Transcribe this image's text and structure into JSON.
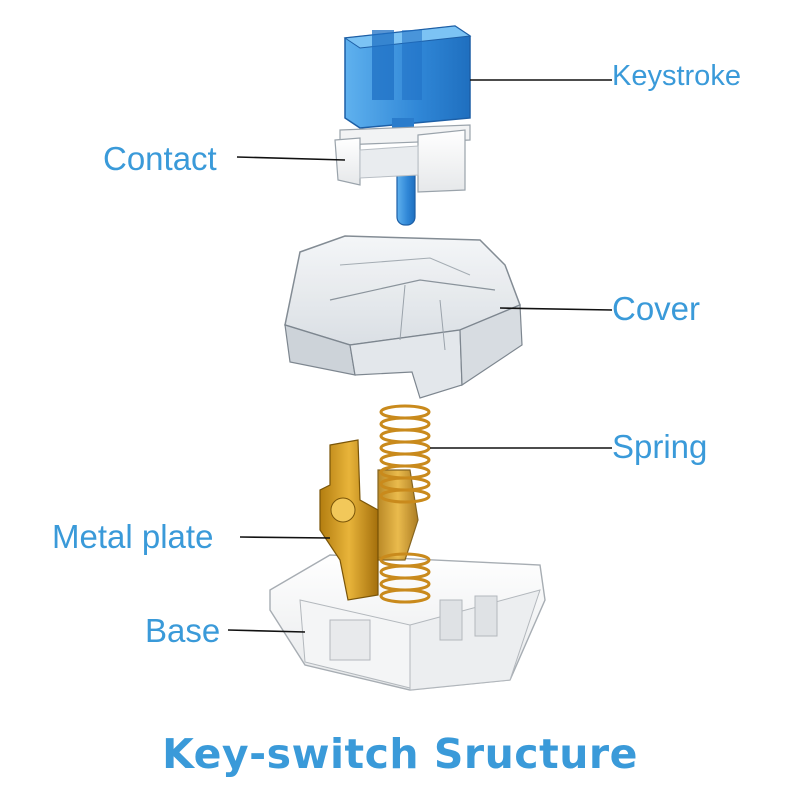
{
  "labels": {
    "keystroke": "Keystroke",
    "contact": "Contact",
    "cover": "Cover",
    "spring": "Spring",
    "metal_plate": "Metal plate",
    "base": "Base"
  },
  "caption": "Key-switch Sructure",
  "colors": {
    "label_text": "#3a9ad9",
    "keystroke_blue": "#2f86d6",
    "metal_gold": "#d4a017",
    "spring_gold": "#c98a1c",
    "leader_line": "#111111"
  }
}
